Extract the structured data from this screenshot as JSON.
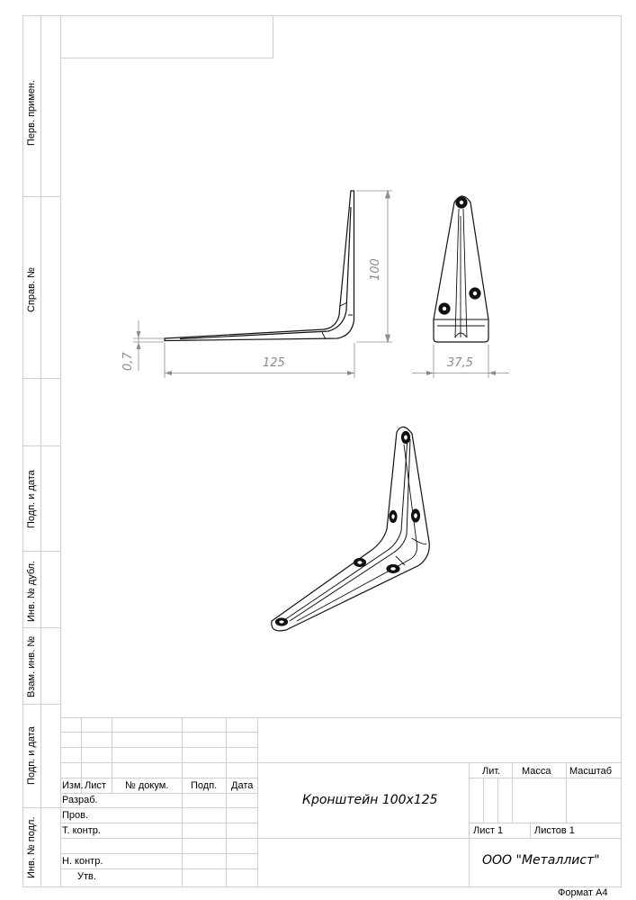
{
  "side_labels": [
    "Перв. примен.",
    "Справ. №",
    "Подп. и дата",
    "Инв. № дубл.",
    "Взам. инв. №",
    "Подп. и дата",
    "Инв. № подл."
  ],
  "dimensions": {
    "length": "125",
    "height": "100",
    "thickness": "0,7",
    "width": "37,5"
  },
  "title_block": {
    "headers": {
      "izm": "Изм.",
      "list": "Лист",
      "doc": "№ докум.",
      "podp": "Подп.",
      "date": "Дата"
    },
    "roles": {
      "razrab": "Разраб.",
      "prov": "Пров.",
      "tkontr": "Т. контр.",
      "nkontr": "Н. контр.",
      "utv": "Утв."
    },
    "designation": "Кронштейн 100x125",
    "lit": "Лит.",
    "mass": "Масса",
    "scale": "Масштаб",
    "sheet": "Лист 1",
    "sheets": "Листов 1",
    "company": "ООО \"Металлист\"",
    "format": "Формат A4"
  }
}
